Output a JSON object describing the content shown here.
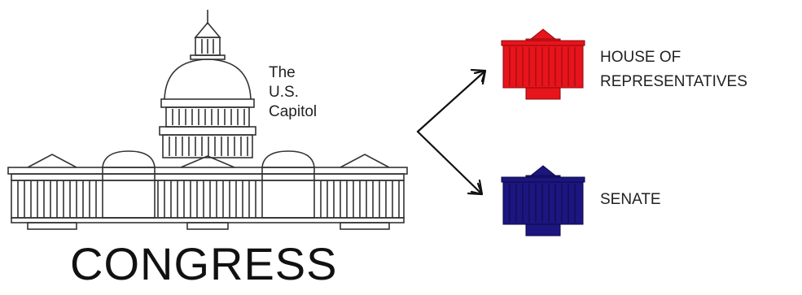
{
  "capitol": {
    "label_lines": [
      "The",
      "U.S.",
      "Capitol"
    ]
  },
  "title": "CONGRESS",
  "house": {
    "label_lines": [
      "HOUSE OF",
      "REPRESENTATIVES"
    ],
    "color": "#e8141b"
  },
  "senate": {
    "label": "SENATE",
    "color": "#1c1680"
  },
  "icons": {
    "capitol": "capitol-building-icon",
    "house": "house-chamber-icon",
    "senate": "senate-chamber-icon",
    "arrows": "branch-arrows-icon"
  }
}
